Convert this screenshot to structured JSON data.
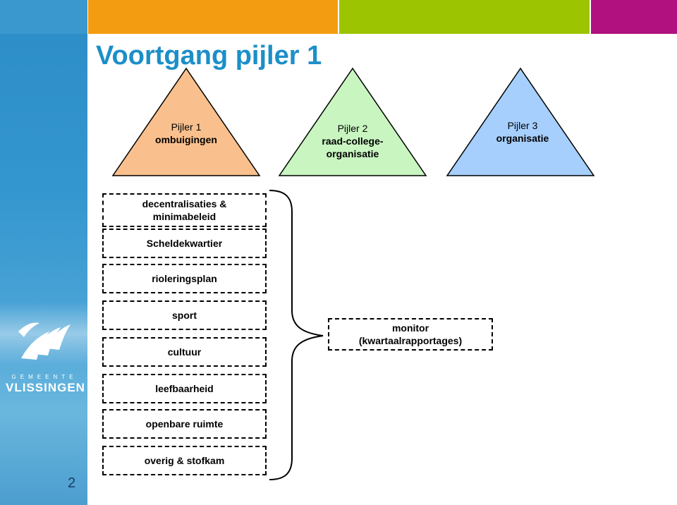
{
  "slide": {
    "title": "Voortgang pijler 1",
    "page_number": "2"
  },
  "brand": {
    "logo_small": "GEMEENTE",
    "logo_name": "VLISSINGEN",
    "colors": {
      "bar_blue": "#3a98cf",
      "bar_orange": "#f39c12",
      "bar_green": "#9cc400",
      "bar_magenta": "#b0117e",
      "title_blue": "#1c8fc8"
    }
  },
  "pillars": [
    {
      "line1": "Pijler 1",
      "line2": "ombuigingen",
      "line3": "",
      "color": "#f9c08d"
    },
    {
      "line1": "Pijler 2",
      "line2": "raad-college-",
      "line3": "organisatie",
      "color": "#c8f5c0"
    },
    {
      "line1": "Pijler 3",
      "line2": "organisatie",
      "line3": "",
      "color": "#a6cffd"
    }
  ],
  "items": [
    {
      "line1": "decentralisaties &",
      "line2": "minimabeleid"
    },
    {
      "line1": "Scheldekwartier",
      "line2": ""
    },
    {
      "line1": "rioleringsplan",
      "line2": ""
    },
    {
      "line1": "sport",
      "line2": ""
    },
    {
      "line1": "cultuur",
      "line2": ""
    },
    {
      "line1": "leefbaarheid",
      "line2": ""
    },
    {
      "line1": "openbare ruimte",
      "line2": ""
    },
    {
      "line1": "overig & stofkam",
      "line2": ""
    }
  ],
  "monitor": {
    "line1": "monitor",
    "line2": "(kwartaalrapportages)"
  }
}
